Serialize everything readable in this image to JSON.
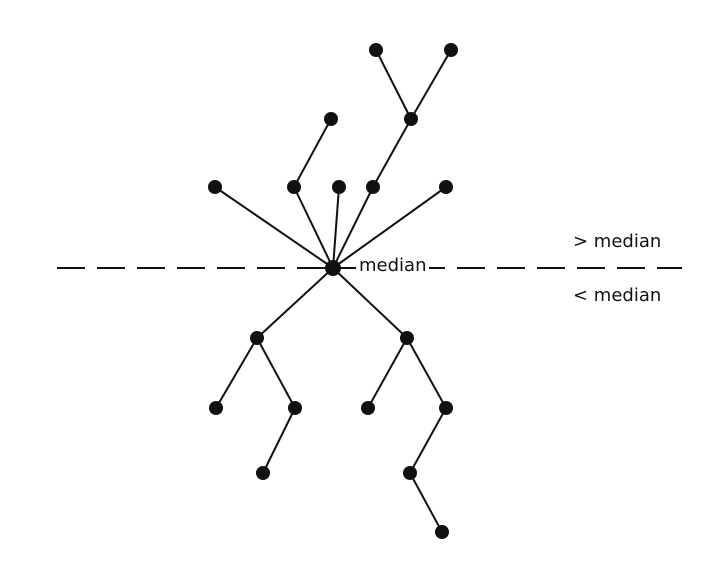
{
  "labels": {
    "median": "median",
    "above": "> median",
    "below": "< median"
  },
  "colors": {
    "ink": "#111111",
    "background": "#ffffff"
  }
}
